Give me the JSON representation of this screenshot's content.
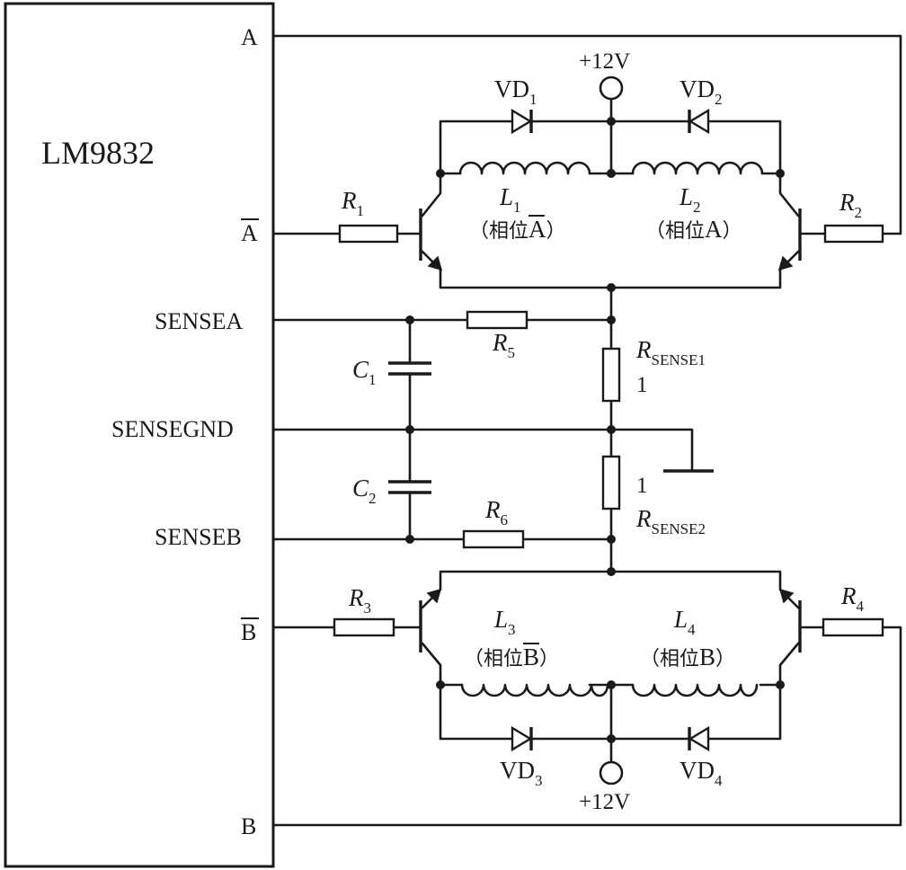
{
  "chip": {
    "name": "LM9832"
  },
  "pins": {
    "a": "A",
    "a_bar": "A",
    "sensea": "SENSEA",
    "sensegnd": "SENSEGND",
    "senseb": "SENSEB",
    "b_bar": "B",
    "b": "B"
  },
  "supply": {
    "top": "+12V",
    "bottom": "+12V"
  },
  "resistors": {
    "r1": {
      "letter": "R",
      "sub": "1"
    },
    "r2": {
      "letter": "R",
      "sub": "2"
    },
    "r3": {
      "letter": "R",
      "sub": "3"
    },
    "r4": {
      "letter": "R",
      "sub": "4"
    },
    "r5": {
      "letter": "R",
      "sub": "5"
    },
    "r6": {
      "letter": "R",
      "sub": "6"
    },
    "rsense1": {
      "letter": "R",
      "sub": "SENSE1",
      "value": "1"
    },
    "rsense2": {
      "letter": "R",
      "sub": "SENSE2",
      "value": "1"
    }
  },
  "capacitors": {
    "c1": {
      "letter": "C",
      "sub": "1"
    },
    "c2": {
      "letter": "C",
      "sub": "2"
    }
  },
  "diodes": {
    "vd1": {
      "letter": "VD",
      "sub": "1"
    },
    "vd2": {
      "letter": "VD",
      "sub": "2"
    },
    "vd3": {
      "letter": "VD",
      "sub": "3"
    },
    "vd4": {
      "letter": "VD",
      "sub": "4"
    }
  },
  "coils": {
    "l1": {
      "letter": "L",
      "sub": "1",
      "phase_open": "（相位",
      "phase": "A",
      "phase_close": "）"
    },
    "l2": {
      "letter": "L",
      "sub": "2",
      "phase_open": "（相位",
      "phase": "A",
      "phase_close": "）"
    },
    "l3": {
      "letter": "L",
      "sub": "3",
      "phase_open": "（相位",
      "phase": "B",
      "phase_close": "）"
    },
    "l4": {
      "letter": "L",
      "sub": "4",
      "phase_open": "（相位",
      "phase": "B",
      "phase_close": "）"
    }
  }
}
